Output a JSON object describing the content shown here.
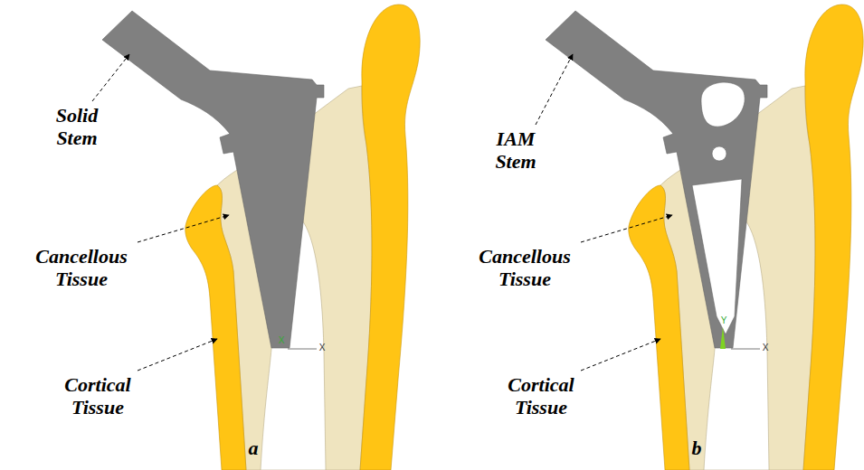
{
  "diagram": {
    "labels": [
      "Solid Stem",
      "Cancellous Tissue",
      "Cortical Tissue",
      "a",
      "IAM Stem",
      "Cancellous Tissue",
      "Cortical Tissue",
      "b",
      "X",
      "X",
      "Y",
      "X"
    ]
  }
}
